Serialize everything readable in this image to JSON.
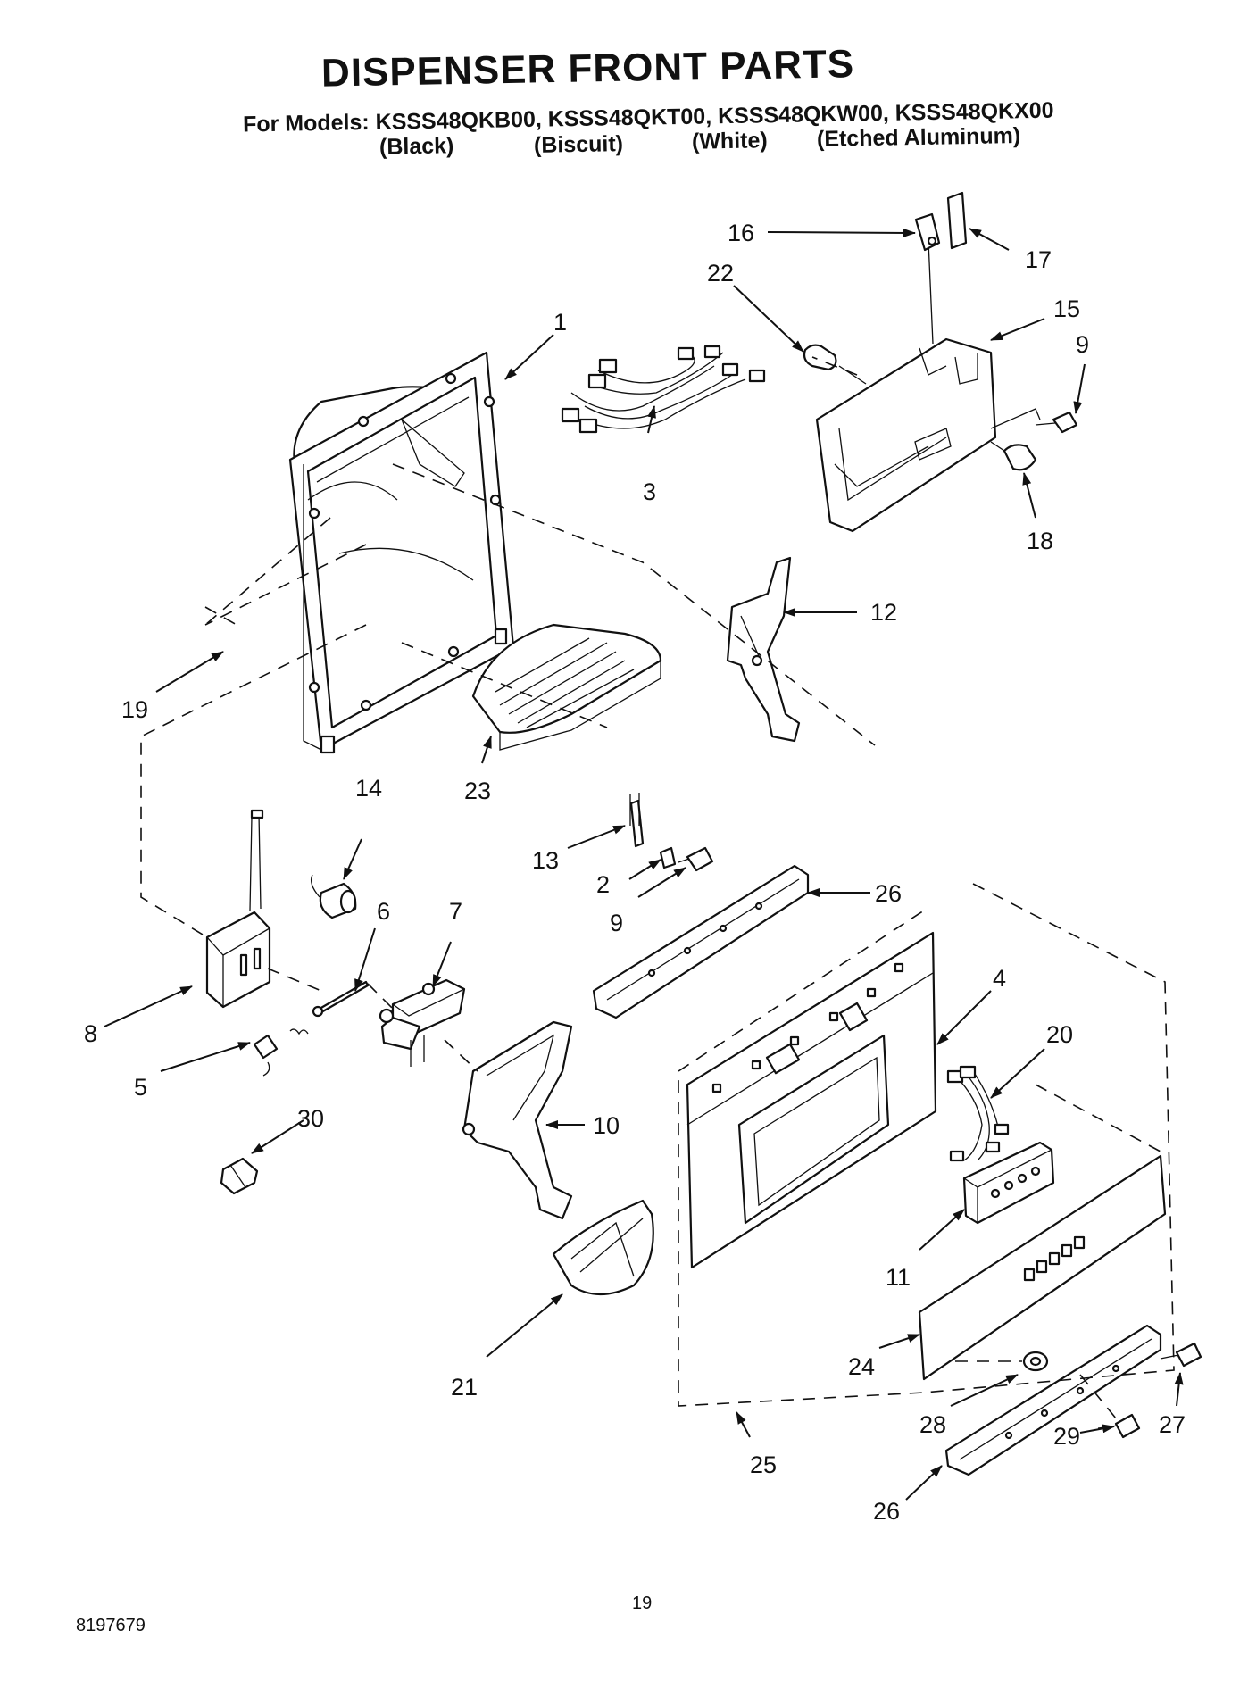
{
  "header": {
    "title": "DISPENSER FRONT PARTS",
    "models_line": "For Models: KSSS48QKB00, KSSS48QKT00, KSSS48QKW00, KSSS48QKX00",
    "finishes": [
      "(Black)",
      "(Biscuit)",
      "(White)",
      "(Etched Aluminum)"
    ]
  },
  "footer": {
    "page_number": "19",
    "document_number": "8197679"
  },
  "callouts": {
    "c1": "1",
    "c2": "2",
    "c3": "3",
    "c4": "4",
    "c5": "5",
    "c6": "6",
    "c7": "7",
    "c8": "8",
    "c9a": "9",
    "c9b": "9",
    "c10": "10",
    "c11": "11",
    "c12": "12",
    "c13": "13",
    "c14": "14",
    "c15": "15",
    "c16": "16",
    "c17": "17",
    "c18": "18",
    "c19": "19",
    "c20": "20",
    "c21": "21",
    "c22": "22",
    "c23": "23",
    "c24": "24",
    "c25": "25",
    "c26a": "26",
    "c26b": "26",
    "c27": "27",
    "c28": "28",
    "c29": "29",
    "c30": "30"
  }
}
